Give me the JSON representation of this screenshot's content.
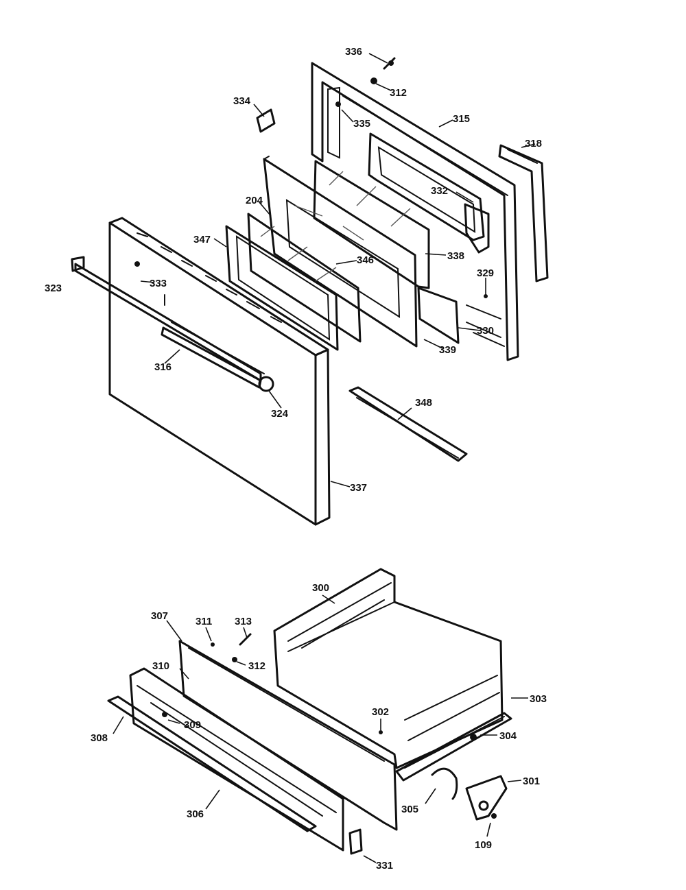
{
  "labels": {
    "p336": "336",
    "p312a": "312",
    "p334": "334",
    "p335": "335",
    "p315": "315",
    "p318": "318",
    "p204": "204",
    "p332": "332",
    "p347": "347",
    "p346": "346",
    "p338": "338",
    "p329": "329",
    "p323": "323",
    "p333": "333",
    "p330": "330",
    "p339": "339",
    "p316": "316",
    "p324": "324",
    "p348": "348",
    "p337": "337",
    "p300": "300",
    "p307": "307",
    "p311": "311",
    "p313": "313",
    "p312b": "312",
    "p310": "310",
    "p303": "303",
    "p302": "302",
    "p308a": "308",
    "p309": "309",
    "p304": "304",
    "p301": "301",
    "p305": "305",
    "p306": "306",
    "p109": "109",
    "p331": "331"
  }
}
